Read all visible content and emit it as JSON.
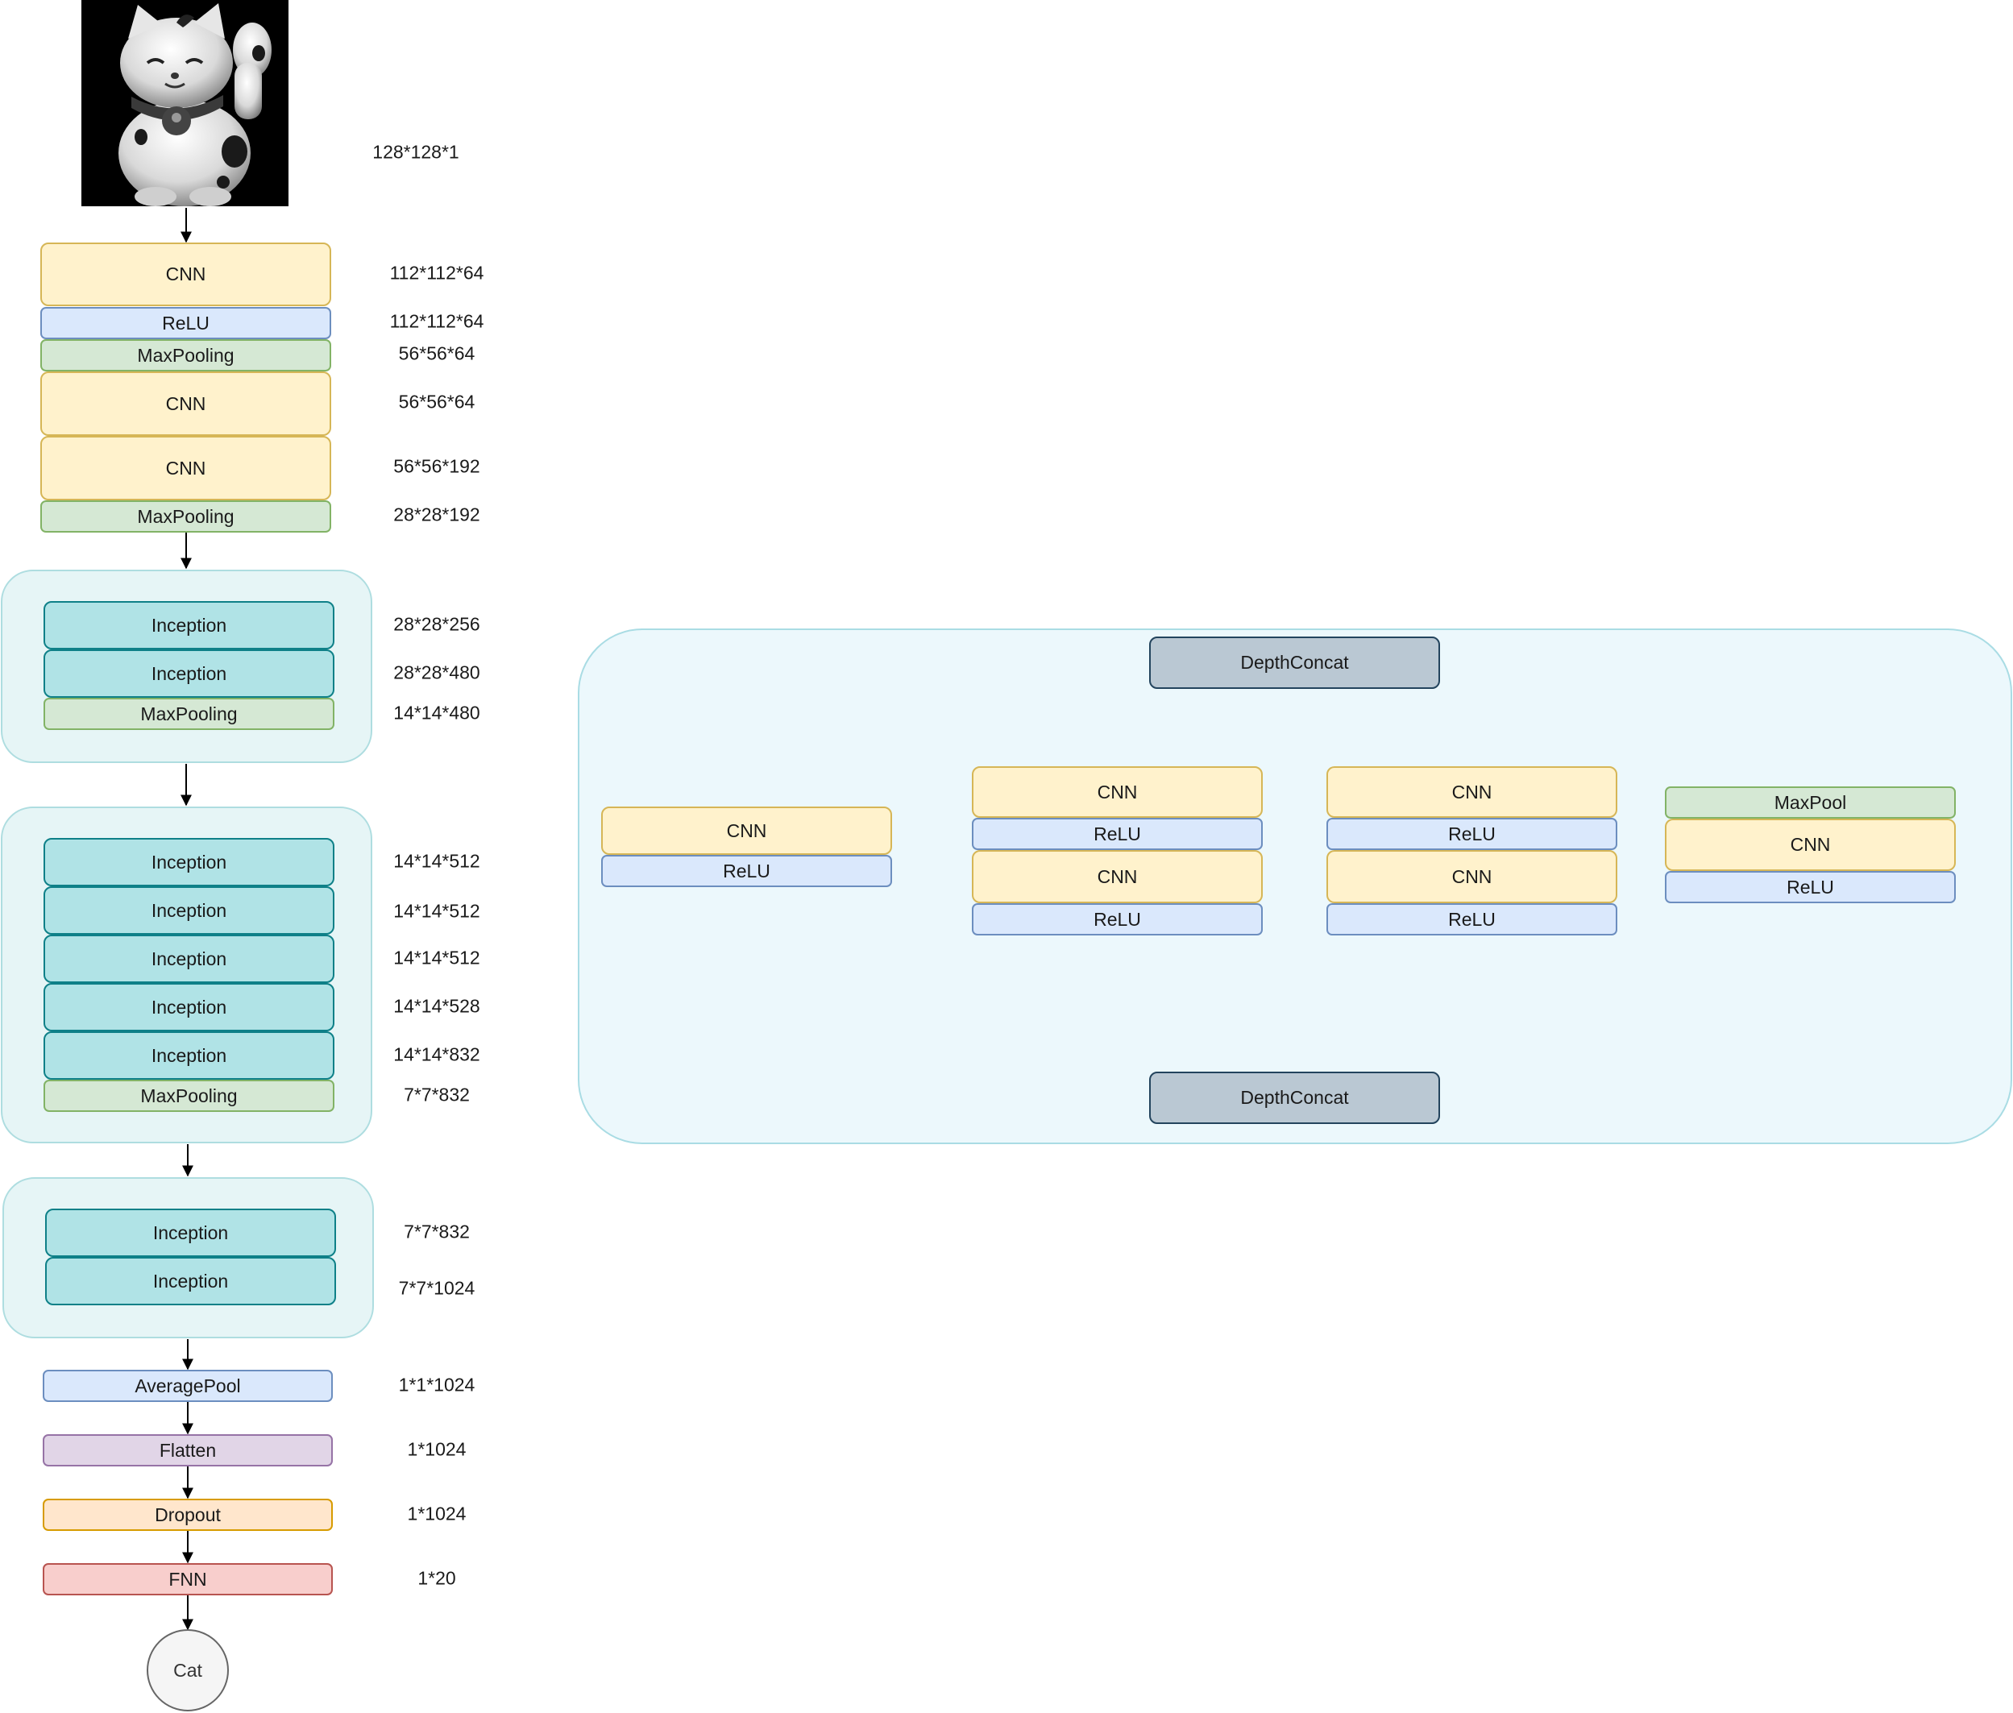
{
  "input_dim": "128*128*1",
  "stem": [
    {
      "label": "CNN",
      "dim": "112*112*64"
    },
    {
      "label": "ReLU",
      "dim": "112*112*64"
    },
    {
      "label": "MaxPooling",
      "dim": "56*56*64"
    },
    {
      "label": "CNN",
      "dim": "56*56*64"
    },
    {
      "label": "CNN",
      "dim": "56*56*192"
    },
    {
      "label": "MaxPooling",
      "dim": "28*28*192"
    }
  ],
  "group1": [
    {
      "label": "Inception",
      "dim": "28*28*256"
    },
    {
      "label": "Inception",
      "dim": "28*28*480"
    },
    {
      "label": "MaxPooling",
      "dim": "14*14*480"
    }
  ],
  "group2": [
    {
      "label": "Inception",
      "dim": "14*14*512"
    },
    {
      "label": "Inception",
      "dim": "14*14*512"
    },
    {
      "label": "Inception",
      "dim": "14*14*512"
    },
    {
      "label": "Inception",
      "dim": "14*14*528"
    },
    {
      "label": "Inception",
      "dim": "14*14*832"
    },
    {
      "label": "MaxPooling",
      "dim": "7*7*832"
    }
  ],
  "group3": [
    {
      "label": "Inception",
      "dim": "7*7*832"
    },
    {
      "label": "Inception",
      "dim": "7*7*1024"
    }
  ],
  "head": [
    {
      "label": "AveragePool",
      "dim": "1*1*1024"
    },
    {
      "label": "Flatten",
      "dim": "1*1024"
    },
    {
      "label": "Dropout",
      "dim": "1*1024"
    },
    {
      "label": "FNN",
      "dim": "1*20"
    }
  ],
  "output_label": "Cat",
  "detail": {
    "top_concat": "DepthConcat",
    "bottom_concat": "DepthConcat",
    "branch1": [
      "CNN",
      "ReLU"
    ],
    "branch2": [
      "CNN",
      "ReLU",
      "CNN",
      "ReLU"
    ],
    "branch3": [
      "CNN",
      "ReLU",
      "CNN",
      "ReLU"
    ],
    "branch4": [
      "MaxPool",
      "CNN",
      "ReLU"
    ]
  }
}
